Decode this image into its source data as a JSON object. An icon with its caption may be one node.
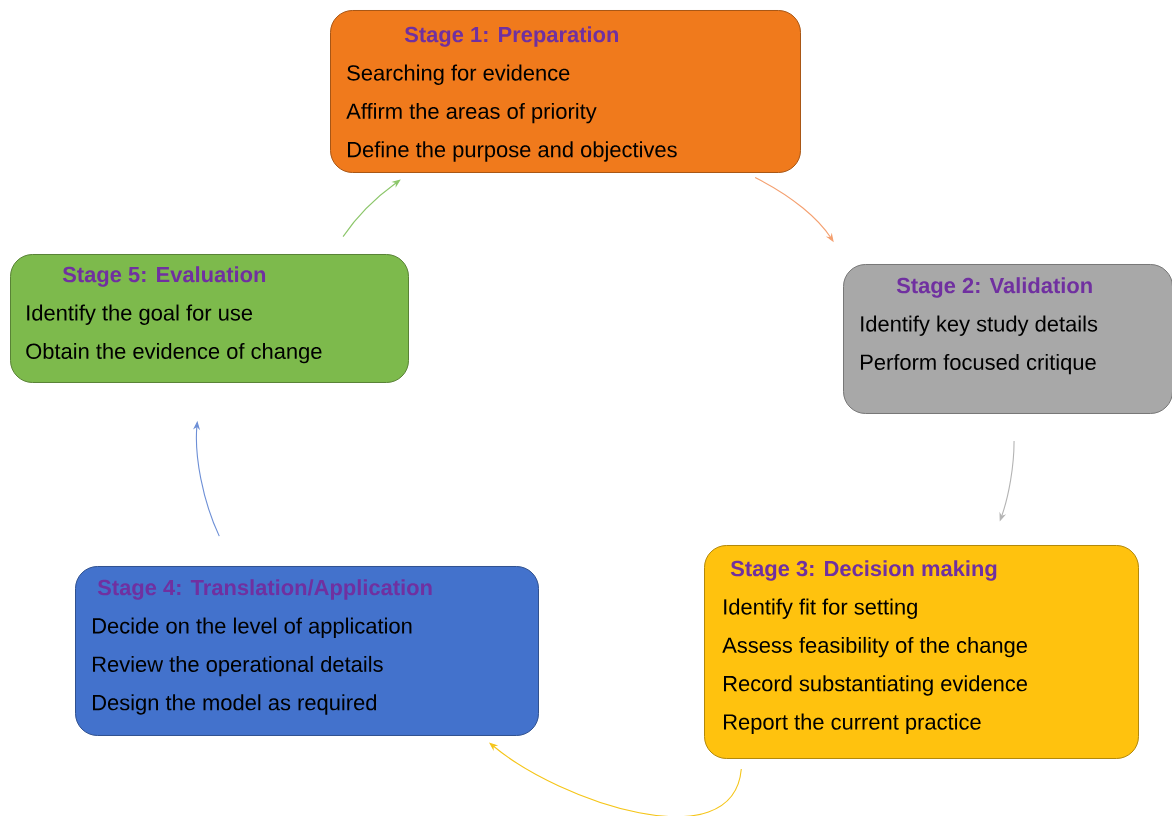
{
  "diagram": {
    "nodes": [
      {
        "text": [
          "Stage 1: Preparation",
          "Searching for evidence",
          "Affirm the areas of priority",
          "Define the purpose and objectives"
        ]
      },
      {
        "text": [
          "Stage 2: Validation",
          "Identify key study details",
          "Perform focused critique"
        ]
      },
      {
        "text": [
          "Stage 3: Decision making",
          "Identify fit for setting",
          "Assess feasibility of the change",
          "Record substantiating evidence",
          "Report the current practice"
        ]
      },
      {
        "text": [
          "Stage 4: Translation/Application",
          "Decide on the level of application",
          "Review the operational details",
          "Design the model as required"
        ]
      },
      {
        "text": [
          "Stage 5: Evaluation",
          "Identify the goal for use",
          "Obtain the evidence of change"
        ]
      }
    ],
    "edges": [
      {
        "from": 0,
        "to": 1,
        "arrow": "to",
        "color": "#f4a070"
      },
      {
        "from": 1,
        "to": 2,
        "arrow": "to",
        "color": "#b4b4b4"
      },
      {
        "from": 2,
        "to": 3,
        "arrow": "to",
        "color": "#f5c518"
      },
      {
        "from": 3,
        "to": 4,
        "arrow": "to",
        "color": "#6d8fd6"
      },
      {
        "from": 4,
        "to": 0,
        "arrow": "to",
        "color": "#8cc66a"
      }
    ]
  }
}
